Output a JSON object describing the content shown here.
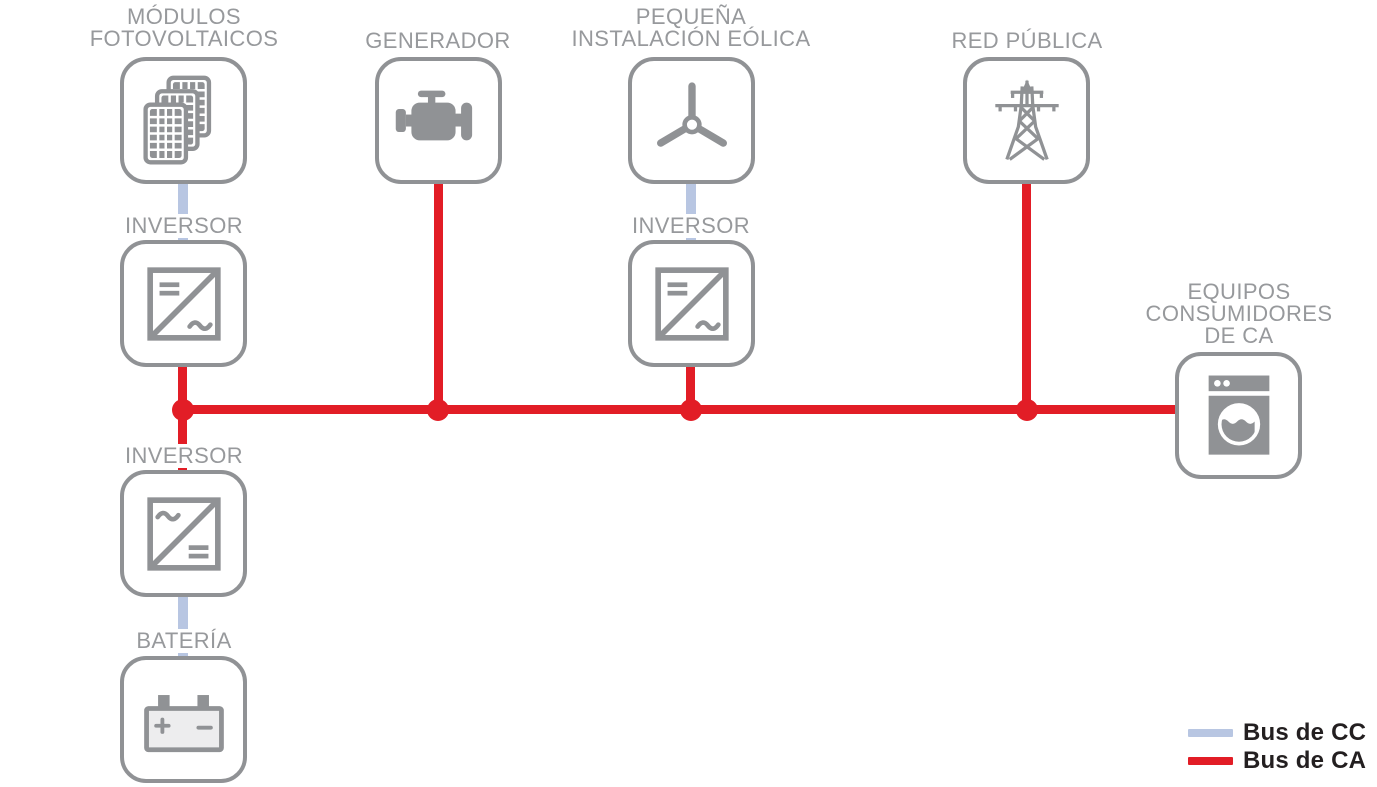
{
  "colors": {
    "bus_cc": "#b8c6e2",
    "bus_ca": "#e21d26",
    "icon": "#909295",
    "label": "#97999c",
    "legend_text": "#231f20"
  },
  "nodes": {
    "pv": {
      "label": "MÓDULOS\nFOTOVOLTAICOS"
    },
    "generator": {
      "label": "GENERADOR"
    },
    "wind": {
      "label": "PEQUEÑA\nINSTALACIÓN EÓLICA"
    },
    "grid": {
      "label": "RED PÚBLICA"
    },
    "inverter_pv": {
      "label": "INVERSOR"
    },
    "inverter_wind": {
      "label": "INVERSOR"
    },
    "inverter_battery": {
      "label": "INVERSOR"
    },
    "battery": {
      "label": "BATERÍA"
    },
    "ac_loads": {
      "label": "EQUIPOS\nCONSUMIDORES\nDE CA"
    }
  },
  "edges": [
    {
      "from": "pv",
      "to": "inverter_pv",
      "bus": "CC"
    },
    {
      "from": "wind",
      "to": "inverter_wind",
      "bus": "CC"
    },
    {
      "from": "inverter_battery",
      "to": "battery",
      "bus": "CC"
    },
    {
      "from": "inverter_pv",
      "to": "ac_bus",
      "bus": "CA"
    },
    {
      "from": "generator",
      "to": "ac_bus",
      "bus": "CA"
    },
    {
      "from": "inverter_wind",
      "to": "ac_bus",
      "bus": "CA"
    },
    {
      "from": "grid",
      "to": "ac_bus",
      "bus": "CA"
    },
    {
      "from": "ac_bus",
      "to": "inverter_battery",
      "bus": "CA"
    },
    {
      "from": "ac_bus",
      "to": "ac_loads",
      "bus": "CA"
    }
  ],
  "legend": {
    "items": [
      {
        "label": "Bus de CC",
        "color": "#b8c6e2"
      },
      {
        "label": "Bus de CA",
        "color": "#e21d26"
      }
    ]
  }
}
